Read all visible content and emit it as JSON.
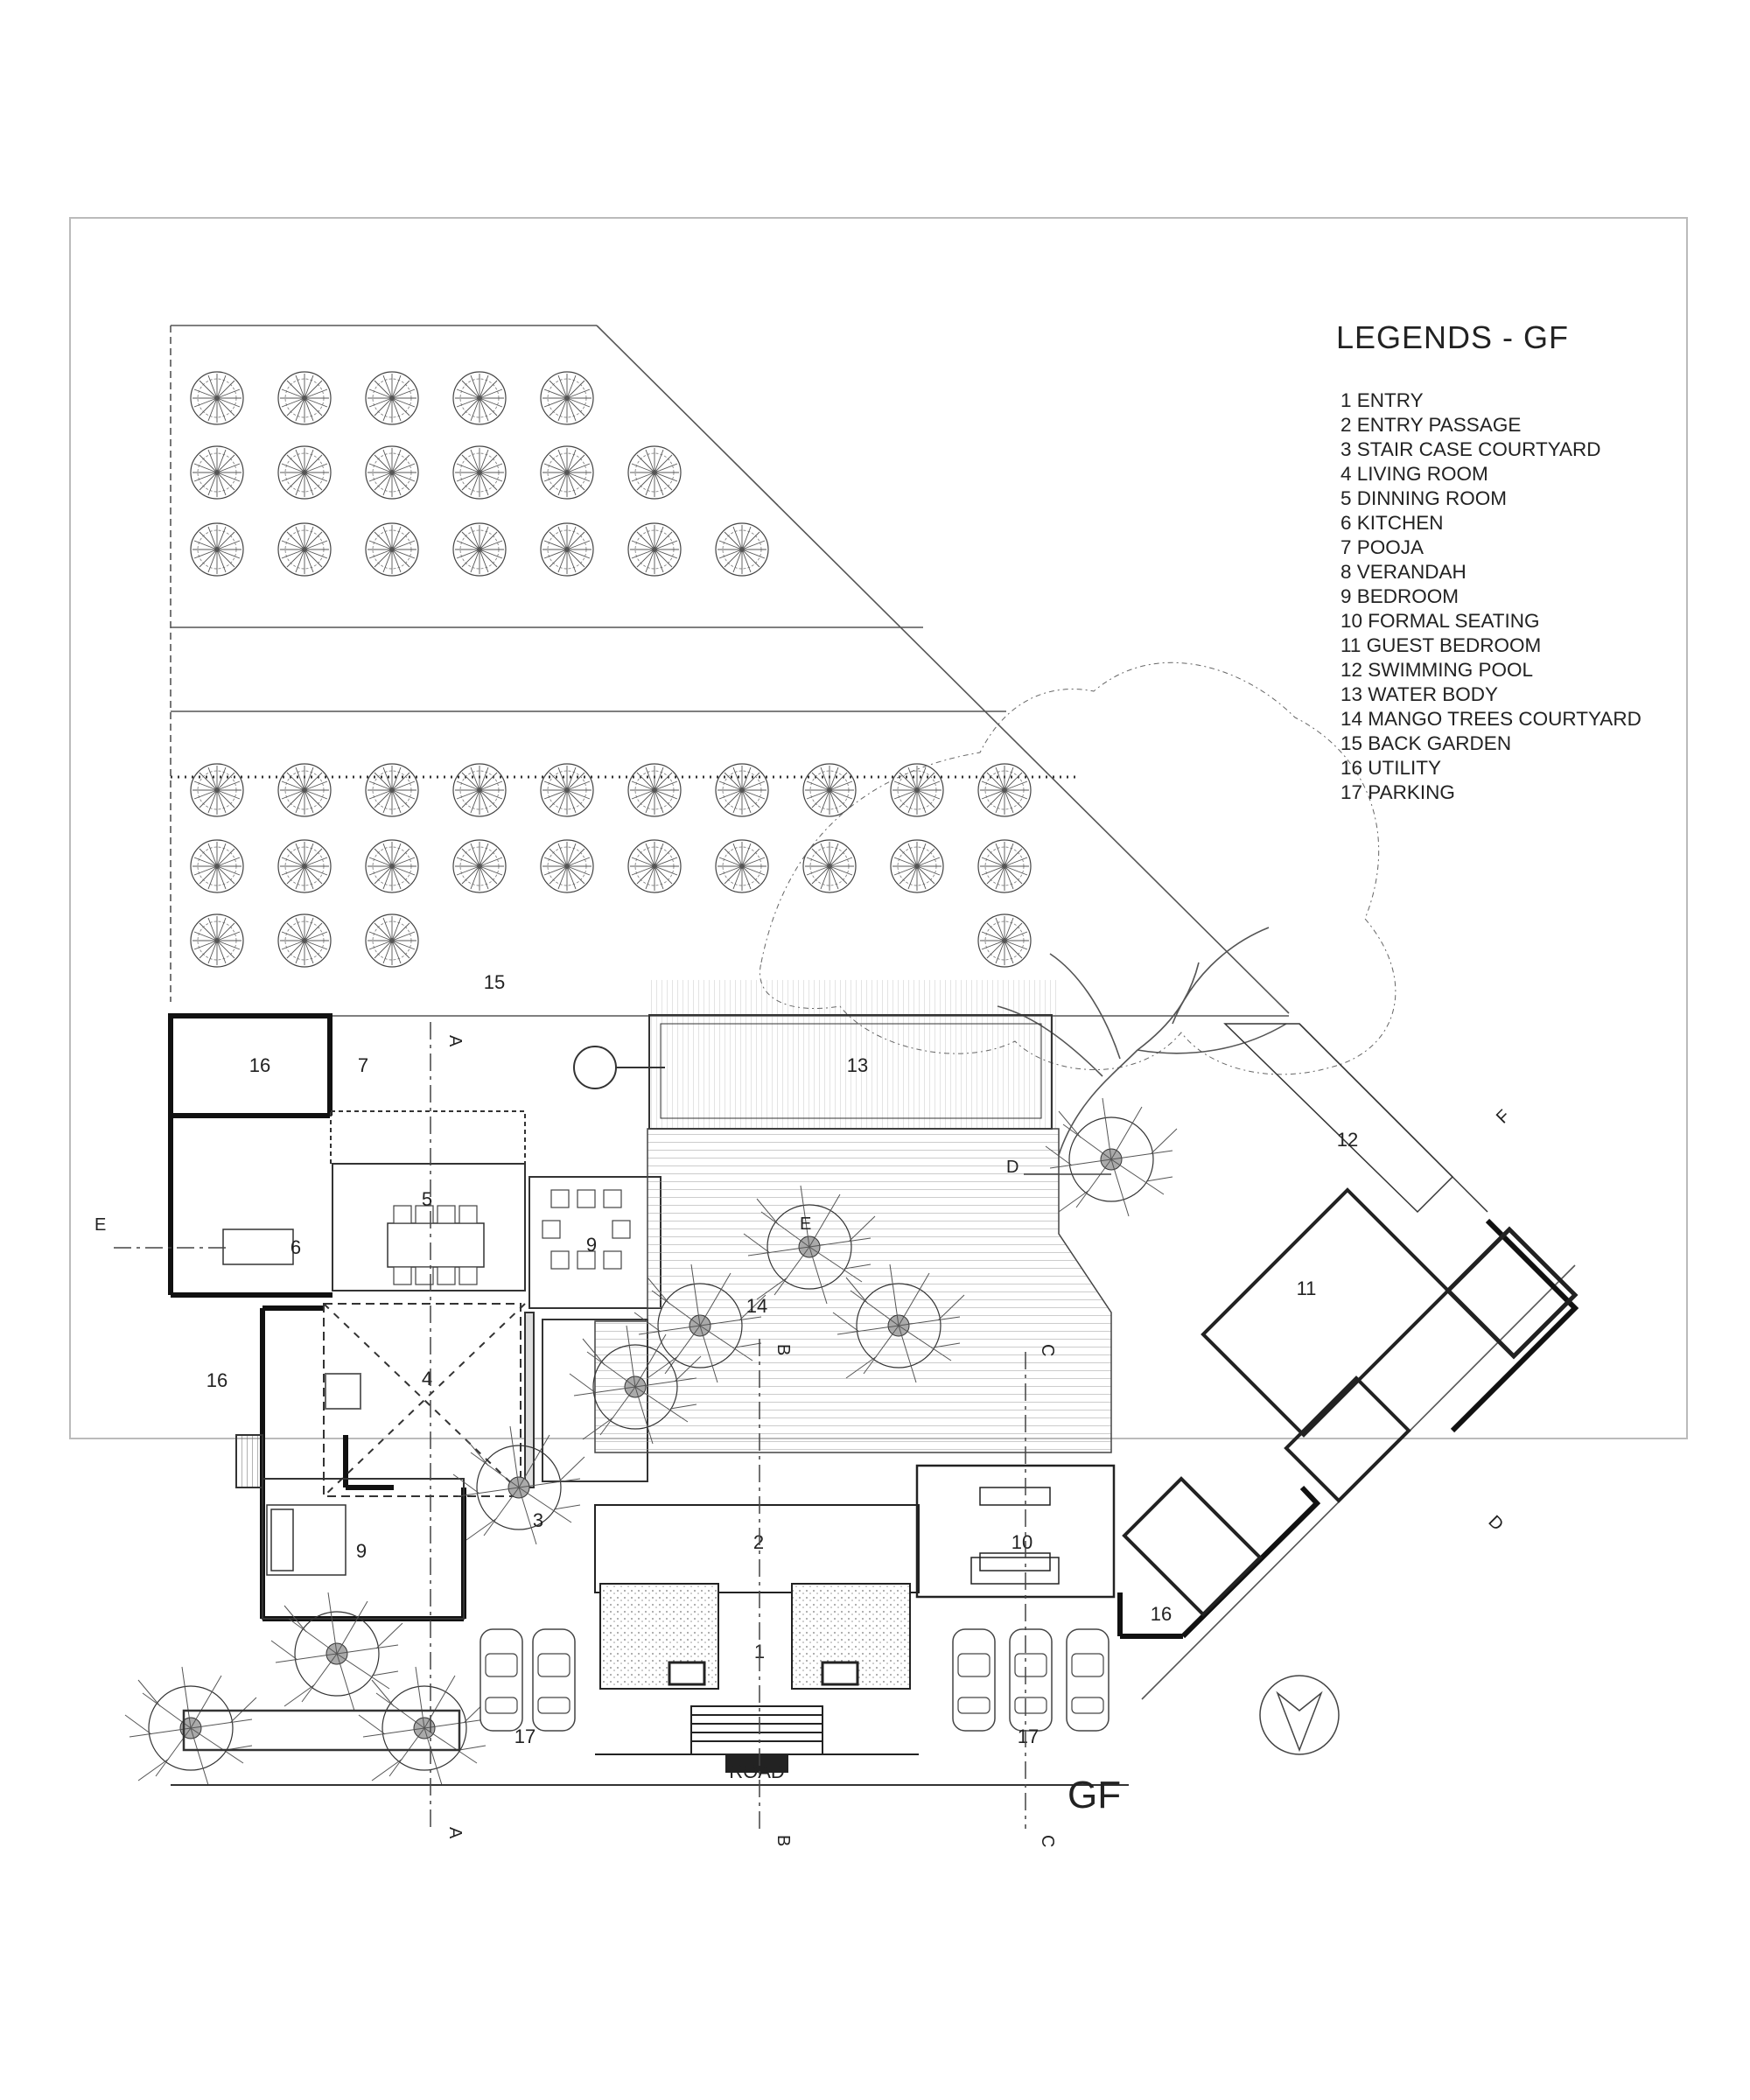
{
  "legend": {
    "title": "LEGENDS - GF",
    "items": [
      "1 ENTRY",
      "2 ENTRY PASSAGE",
      "3 STAIR CASE COURTYARD",
      "4 LIVING ROOM",
      "5 DINNING ROOM",
      "6 KITCHEN",
      "7 POOJA",
      "8 VERANDAH",
      "9 BEDROOM",
      "10 FORMAL SEATING",
      "11 GUEST BEDROOM",
      "12 SWIMMING POOL",
      "13 WATER BODY",
      "14 MANGO TREES COURTYARD",
      "15 BACK GARDEN",
      "16 UTILITY",
      "17 PARKING"
    ]
  },
  "plan": {
    "title": "GF",
    "road_label": "ROAD",
    "room_labels": {
      "back_garden": "15",
      "utility_top": "16",
      "pooja": "7",
      "water_body": "13",
      "dining": "5",
      "kitchen": "6",
      "bedroom_upper": "9",
      "mango_courtyard": "14",
      "utility_left": "16",
      "living": "4",
      "staircase_courtyard": "3",
      "bedroom_lower": "9",
      "entry_passage": "2",
      "entry": "1",
      "formal_seating": "10",
      "utility_right": "16",
      "guest_bedroom": "11",
      "swimming_pool": "12",
      "parking_left": "17",
      "parking_right": "17"
    },
    "section_markers": {
      "a_top": "A",
      "a_bottom": "A",
      "b_top": "B",
      "b_bottom": "B",
      "c_top": "C",
      "c_bottom": "C",
      "d_left": "D",
      "d_right": "D",
      "e_left": "E",
      "e_mid": "E",
      "f": "F"
    }
  }
}
